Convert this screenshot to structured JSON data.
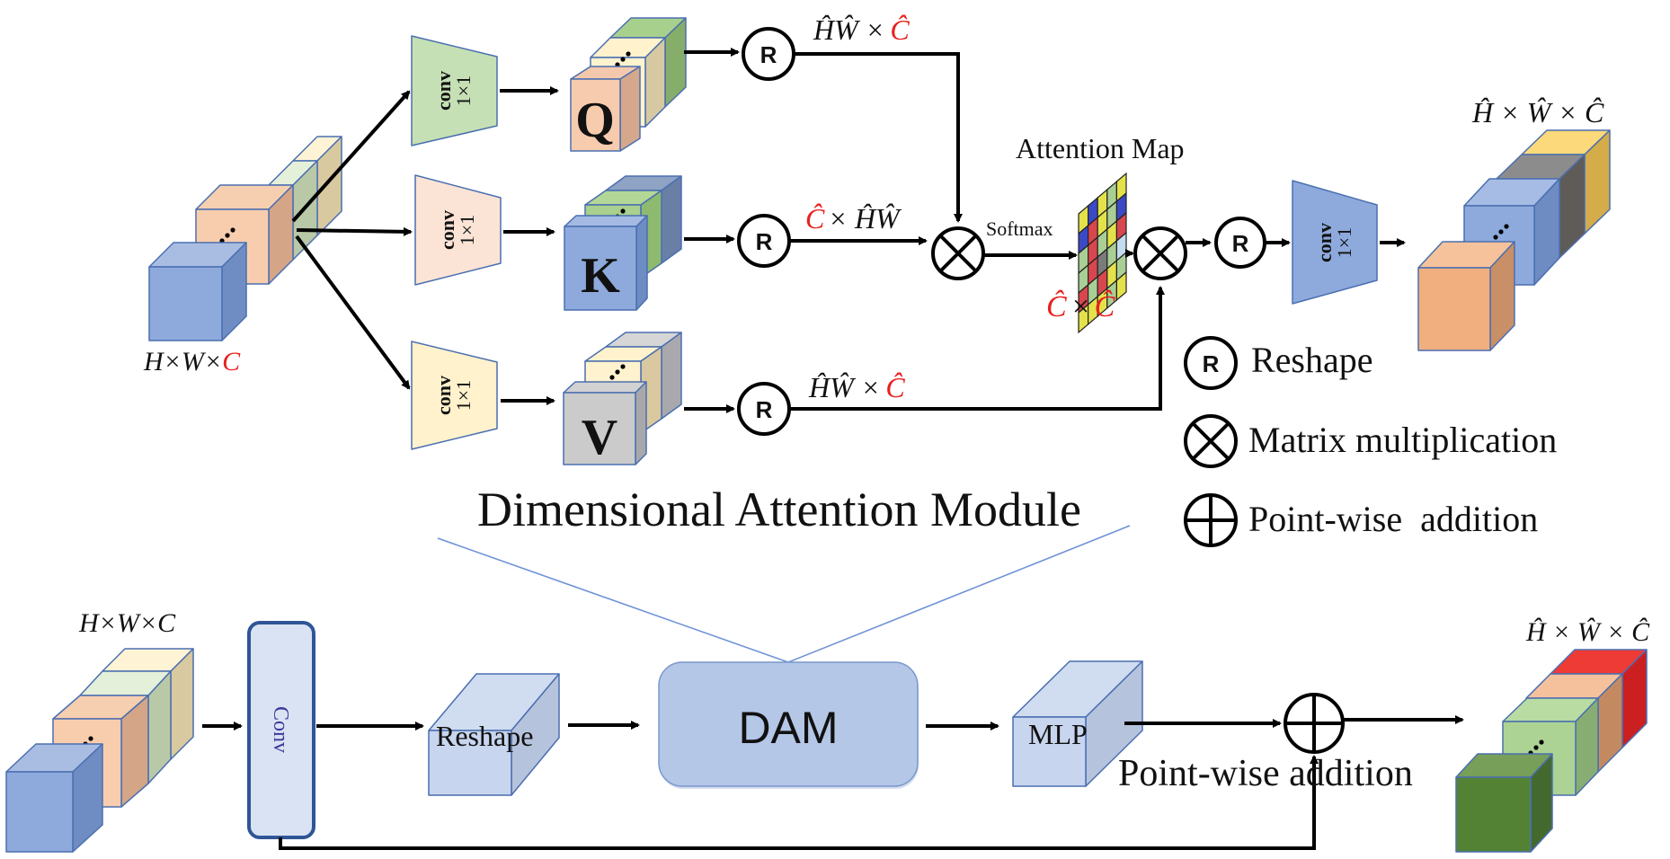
{
  "figure": {
    "title": "Dimensional Attention Module",
    "top_module": {
      "input_label": {
        "base": "H×W×",
        "highlight": "C"
      },
      "conv_label_line1": "conv",
      "conv_label_line2": "1×1",
      "branches": [
        {
          "letter": "Q",
          "reshape_label": "R",
          "shape_label_base": "ĤŴ ×",
          "shape_label_highlight": "Ĉ",
          "highlight_first": false
        },
        {
          "letter": "K",
          "reshape_label": "R",
          "shape_label_base": "× ĤŴ",
          "shape_label_highlight": "Ĉ",
          "highlight_first": true
        },
        {
          "letter": "V",
          "reshape_label": "R",
          "shape_label_base": "ĤŴ ×",
          "shape_label_highlight": "Ĉ",
          "highlight_first": false
        }
      ],
      "softmax_label": "Softmax",
      "attention_map_label": "Attention Map",
      "attention_map_dims": {
        "left": "Ĉ",
        "times": "×",
        "right": "Ĉ"
      },
      "output_reshape_label": "R",
      "output_label": "Ĥ × Ŵ × Ĉ"
    },
    "legend": [
      {
        "symbol": "R",
        "label": "Reshape"
      },
      {
        "symbol": "⊗",
        "label": "Matrix multiplication"
      },
      {
        "symbol": "⊕",
        "label": "Point-wise  addition"
      }
    ],
    "bottom_pipeline": {
      "input_label": "H×W×C",
      "conv_label": "Conv",
      "reshape_label": "Reshape",
      "dam_label": "DAM",
      "mlp_label": "MLP",
      "addition_label": "Point-wise addition",
      "output_label": "Ĥ × Ŵ × Ĉ"
    },
    "colors": {
      "highlight_text": "#e8201e",
      "arrow": "#000000",
      "dam_fill": "#b4c7e7",
      "zoom_lines": "#6f93d6"
    }
  }
}
